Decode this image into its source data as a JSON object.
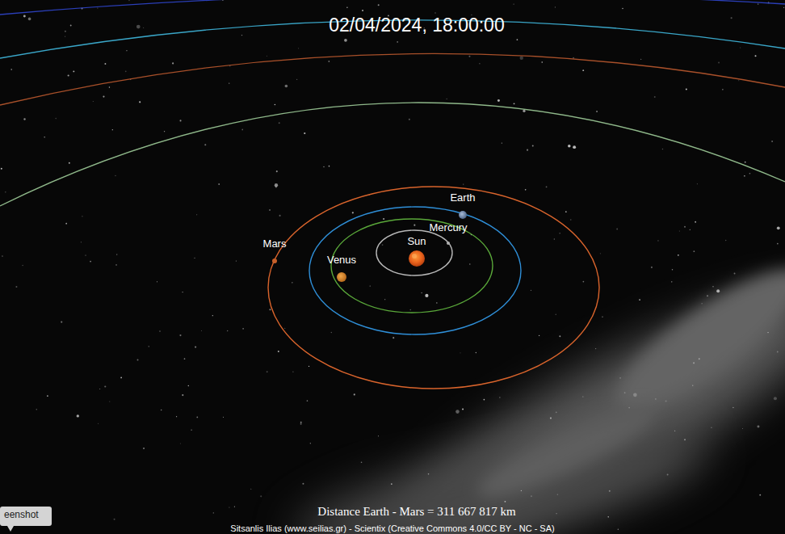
{
  "diagram": {
    "title": "02/04/2024, 18:00:00",
    "caption": "Distance Earth - Mars = 311 667 817 km",
    "labels": [
      "Earth",
      "Mercury",
      "Sun",
      "Mars",
      "Venus",
      "Sitsanlis Ilias (www.seilias.gr) - Scientix (Creative Commons 4.0/CC BY - NC - SA)",
      "eenshot"
    ]
  }
}
